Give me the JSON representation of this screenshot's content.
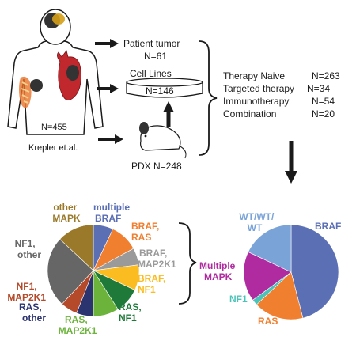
{
  "colors": {
    "body_fill": "#ffffff",
    "stroke": "#1a1a1a",
    "heart": "#c0282d",
    "tumor_dark": "#333333",
    "tumor_gold": "#d4a017",
    "liver_orange": "#e8732a",
    "blue": "#5b6fb5",
    "orange": "#f07f2f",
    "gray": "#9a9a9a",
    "yellow": "#fbbc21",
    "dark_green": "#1f7a3a",
    "light_green": "#6bb33a",
    "navy": "#2c3470",
    "brown_red": "#b54a2a",
    "dark_gray": "#666666",
    "tan": "#9a7a2a",
    "magenta": "#b02aa0",
    "sky_blue": "#7aa4d8",
    "teal": "#4ac4b8"
  },
  "top": {
    "body_label": "N=455",
    "citation": "Krepler et.al.",
    "sources": [
      {
        "label": "Patient tumor",
        "count": "N=61"
      },
      {
        "label": "Cell Lines",
        "count": "N=146"
      },
      {
        "label": "PDX N=248"
      }
    ],
    "therapy": [
      {
        "name": "Therapy Naive",
        "n": "N=263"
      },
      {
        "name": "Targeted therapy",
        "n": "N=34"
      },
      {
        "name": "Immunotherapy",
        "n": "N=54"
      },
      {
        "name": "Combination",
        "n": "N=20"
      }
    ]
  },
  "chart_data": [
    {
      "type": "pie",
      "title": "",
      "slices": [
        {
          "label": "multiple BRAF",
          "value": 7,
          "color": "#5b6fb5",
          "label_color": "#5b6fb5"
        },
        {
          "label": "BRAF, RAS",
          "value": 10,
          "color": "#f07f2f",
          "label_color": "#f07f2f"
        },
        {
          "label": "BRAF, MAP2K1",
          "value": 6,
          "color": "#9a9a9a",
          "label_color": "#9a9a9a"
        },
        {
          "label": "BRAF, NF1",
          "value": 9,
          "color": "#fbbc21",
          "label_color": "#fbbc21"
        },
        {
          "label": "RAS, NF1",
          "value": 9,
          "color": "#1f7a3a",
          "label_color": "#1f7a3a"
        },
        {
          "label": "RAS, MAP2K1",
          "value": 9,
          "color": "#6bb33a",
          "label_color": "#6bb33a"
        },
        {
          "label": "RAS, other",
          "value": 6,
          "color": "#2c3470",
          "label_color": "#2c3470"
        },
        {
          "label": "NF1, MAP2K1",
          "value": 6,
          "color": "#b54a2a",
          "label_color": "#b54a2a"
        },
        {
          "label": "NF1, other",
          "value": 25,
          "color": "#666666",
          "label_color": "#666666"
        },
        {
          "label": "other MAPK",
          "value": 13,
          "color": "#9a7a2a",
          "label_color": "#9a7a2a"
        }
      ]
    },
    {
      "type": "pie",
      "title": "",
      "slices": [
        {
          "label": "BRAF",
          "value": 46,
          "color": "#5b6fb5",
          "label_color": "#5b6fb5"
        },
        {
          "label": "RAS",
          "value": 17,
          "color": "#f07f2f",
          "label_color": "#f07f2f"
        },
        {
          "label": "NF1",
          "value": 2,
          "color": "#4ac4b8",
          "label_color": "#4ac4b8"
        },
        {
          "label": "Multiple MAPK",
          "value": 17,
          "color": "#b02aa0",
          "label_color": "#b02aa0"
        },
        {
          "label": "WT/WT/WT",
          "value": 18,
          "color": "#7aa4d8",
          "label_color": "#7aa4d8"
        }
      ]
    }
  ],
  "labels": {
    "multiple_braf": "multiple BRAF",
    "braf_ras": "BRAF, RAS",
    "braf_map2k1": "BRAF, MAP2K1",
    "braf_nf1": "BRAF, NF1",
    "ras_nf1": "RAS, NF1",
    "ras_map2k1": "RAS, MAP2K1",
    "ras_other": "RAS, other",
    "nf1_map2k1": "NF1, MAP2K1",
    "nf1_other": "NF1, other",
    "other_mapk": "other MAPK",
    "multiple_mapk": "Multiple MAPK",
    "wt": "WT/WT/WT",
    "braf": "BRAF",
    "ras": "RAS",
    "nf1": "NF1"
  }
}
